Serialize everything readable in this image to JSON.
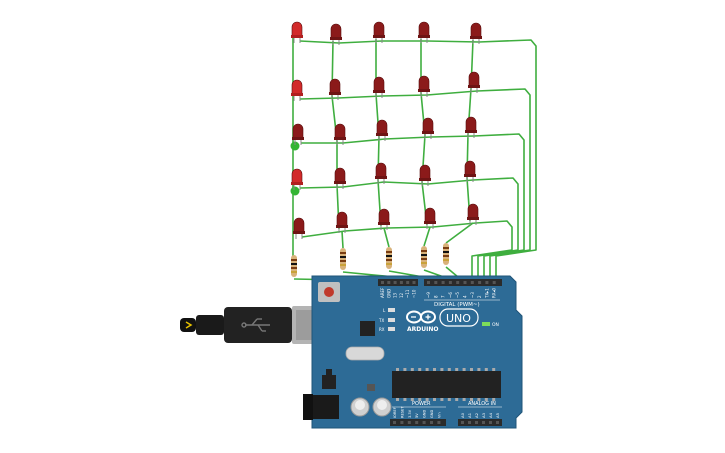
{
  "board": {
    "brand": "ARDUINO",
    "model": "UNO",
    "digital_label": "DIGITAL (PWM~)",
    "power_label": "POWER",
    "analog_label": "ANALOG IN",
    "on_label": "ON",
    "tx_label": "TX",
    "rx_label": "RX",
    "l_label": "L",
    "top_pins": [
      "AREF",
      "GND",
      "13",
      "12",
      "~11",
      "~10",
      "~9",
      "8",
      "7",
      "~6",
      "~5",
      "4",
      "~3",
      "2",
      "TX▸1",
      "RX◂0"
    ],
    "power_pins": [
      "IOREF",
      "RESET",
      "3.3V",
      "5V",
      "GND",
      "GND",
      "Vin"
    ],
    "analog_pins": [
      "A0",
      "A1",
      "A2",
      "A3",
      "A4",
      "A5"
    ]
  },
  "colors": {
    "board": "#2d6b96",
    "board_edge": "#1f5478",
    "wire": "#3fae3f",
    "led_dark": "#8b1a1a",
    "led_lit": "#d22a2a",
    "header": "#2b2b2b",
    "chip": "#222222"
  },
  "leds": {
    "rows": 5,
    "cols": 5,
    "lit": [
      [
        true,
        false,
        false,
        false,
        false
      ],
      [
        true,
        false,
        false,
        false,
        false
      ],
      [
        false,
        false,
        false,
        false,
        false
      ],
      [
        true,
        false,
        false,
        false,
        false
      ],
      [
        false,
        false,
        false,
        false,
        false
      ]
    ]
  },
  "icons": {
    "logo": "arduino-infinity-logo",
    "usb": "usb-icon"
  }
}
